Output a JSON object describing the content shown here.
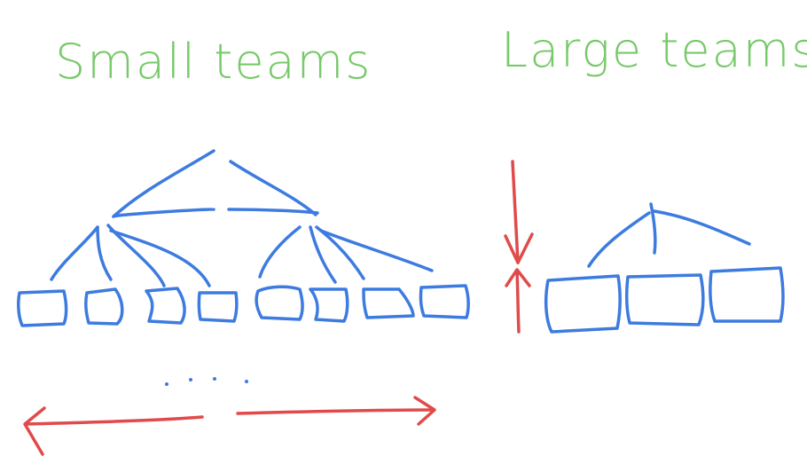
{
  "titles": {
    "left": "Small teams",
    "right": "Large teams"
  },
  "colors": {
    "title": "#78c96a",
    "structure": "#3d7be0",
    "arrow": "#e14a4a",
    "background": "#ffffff"
  },
  "groups": {
    "small_teams": {
      "team_count": 8,
      "continuation": "ellipsis-dots",
      "arrow": "horizontal-expand"
    },
    "large_teams": {
      "team_count": 3,
      "arrow": "vertical-compress"
    }
  }
}
